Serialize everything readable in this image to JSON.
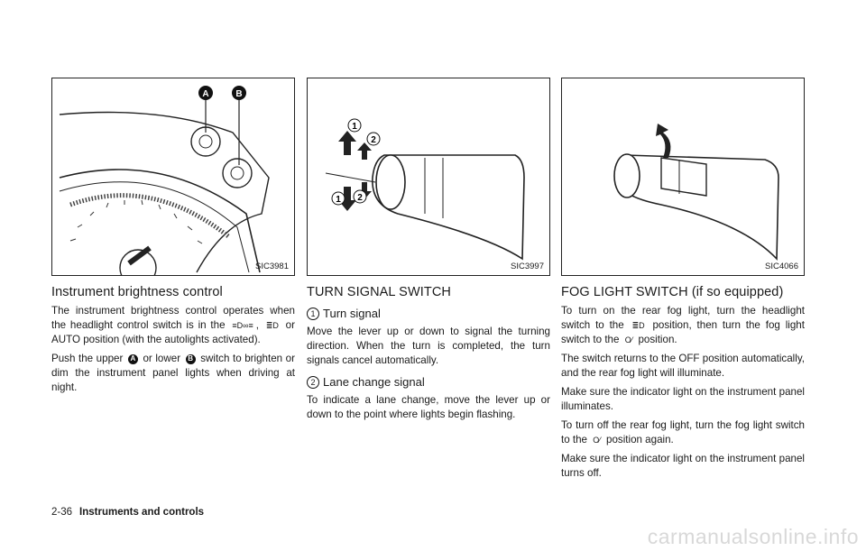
{
  "col1": {
    "figure_code": "SIC3981",
    "heading": "Instrument brightness control",
    "p1_a": "The instrument brightness control operates when the headlight control switch is in the",
    "p1_b": "or AUTO position (with the autolights activated).",
    "p2_a": "Push the upper",
    "p2_b": "or lower",
    "p2_c": "switch to brighten or dim the instrument panel lights when driving at night.",
    "callout_a": "A",
    "callout_b": "B"
  },
  "col2": {
    "figure_code": "SIC3997",
    "heading": "TURN SIGNAL SWITCH",
    "sub1_num": "1",
    "sub1": "Turn signal",
    "p1": "Move the lever up or down to signal the turning direction. When the turn is completed, the turn signals cancel automatically.",
    "sub2_num": "2",
    "sub2": "Lane change signal",
    "p2": "To indicate a lane change, move the lever up or down to the point where lights begin flashing."
  },
  "col3": {
    "figure_code": "SIC4066",
    "heading": "FOG LIGHT SWITCH (if so equipped)",
    "p1_a": "To turn on the rear fog light, turn the headlight switch to the",
    "p1_b": "position, then turn the fog light switch to the",
    "p1_c": "position.",
    "p2": "The switch returns to the OFF position automatically, and the rear fog light will illuminate.",
    "p3": "Make sure the indicator light on the instrument panel illuminates.",
    "p4_a": "To turn off the rear fog light, turn the fog light switch to the",
    "p4_b": "position again.",
    "p5": "Make sure the indicator light on the instrument panel turns off."
  },
  "footer": {
    "page": "2-36",
    "section": "Instruments and controls"
  },
  "watermark": "carmanualsonline.info"
}
